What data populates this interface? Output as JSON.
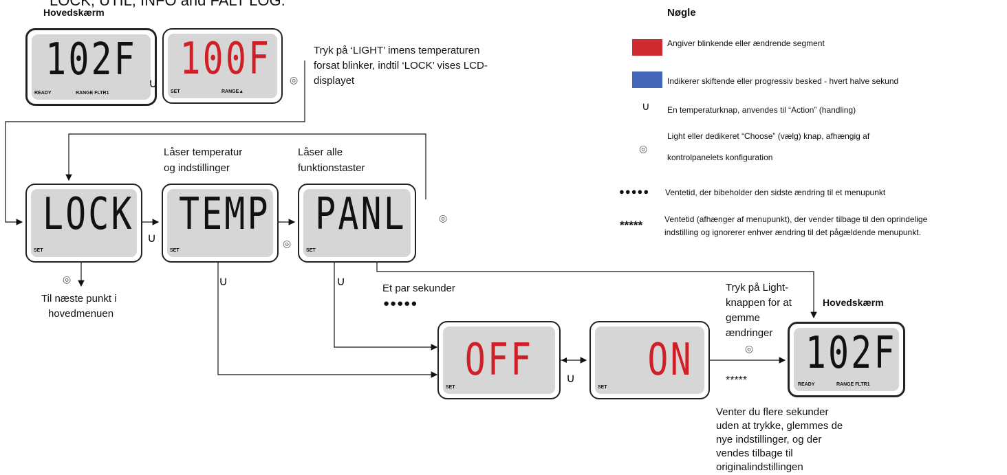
{
  "header_partial": "LOCK, UTIL, INFO and FALT LOG.",
  "main_screen_label_top": "Hovedskærm",
  "main_screen_label_right": "Hovedskærm",
  "key": {
    "title": "Nøgle",
    "red_desc": "Angiver blinkende eller ændrende segment",
    "blue_desc": "Indikerer skiftende eller progressiv besked - hvert halve sekund",
    "thermo_desc": "En temperaturknap, anvendes til “Action” (handling)",
    "light_desc_1": "Light eller dedikeret “Choose” (vælg) knap, afhængig af",
    "light_desc_2": "kontrolpanelets konfiguration",
    "dots_desc": "Ventetid, der bibeholder den sidste ændring til et menupunkt",
    "stars_symbol": "*****",
    "stars_desc_1": "Ventetid (afhænger af menupunkt), der vender tilbage til den oprindelige",
    "stars_desc_2": "indstilling og ignorerer enhver ændring til det pågældende menupunkt.",
    "red_color": "#cf2a2f",
    "blue_color": "#4466b6"
  },
  "instruction_top": [
    "Tryk på ‘LIGHT’ imens temperaturen",
    "forsat blinker, indtil ‘LOCK’ vises  LCD-",
    "displayet"
  ],
  "label_temp": [
    "Låser temperatur",
    "og indstillinger"
  ],
  "label_panl": [
    "Låser alle",
    "funktionstaster"
  ],
  "label_next": [
    "Til næste punkt i",
    "hovedmenuen"
  ],
  "label_seconds": "Et par sekunder",
  "label_save": [
    "Tryk på Light-",
    "knappen for at",
    "gemme",
    "ændringer"
  ],
  "label_wait": [
    "Venter du flere sekunder",
    "uden at trykke, glemmes de",
    "nye indstillinger, og der",
    "vendes tilbage  til",
    "originalindstillingen"
  ],
  "wait_stars": "*****",
  "lcd": {
    "main1": {
      "text": "102F",
      "ind_left": "READY",
      "ind_mid": "RANGE  FLTR1"
    },
    "set100": {
      "text": "100F",
      "ind_left": "SET",
      "ind_mid": "RANGE▲"
    },
    "lock": {
      "text": "LOCK",
      "ind_left": "SET"
    },
    "temp": {
      "text": "TEMP",
      "ind_left": "SET"
    },
    "panl": {
      "text": "PANL",
      "ind_left": "SET"
    },
    "off": {
      "text": "OFF",
      "ind_left": "SET"
    },
    "on": {
      "text": "ON",
      "ind_left": "SET"
    },
    "main2": {
      "text": "102F",
      "ind_left": "READY",
      "ind_mid": "RANGE  FLTR1"
    }
  }
}
